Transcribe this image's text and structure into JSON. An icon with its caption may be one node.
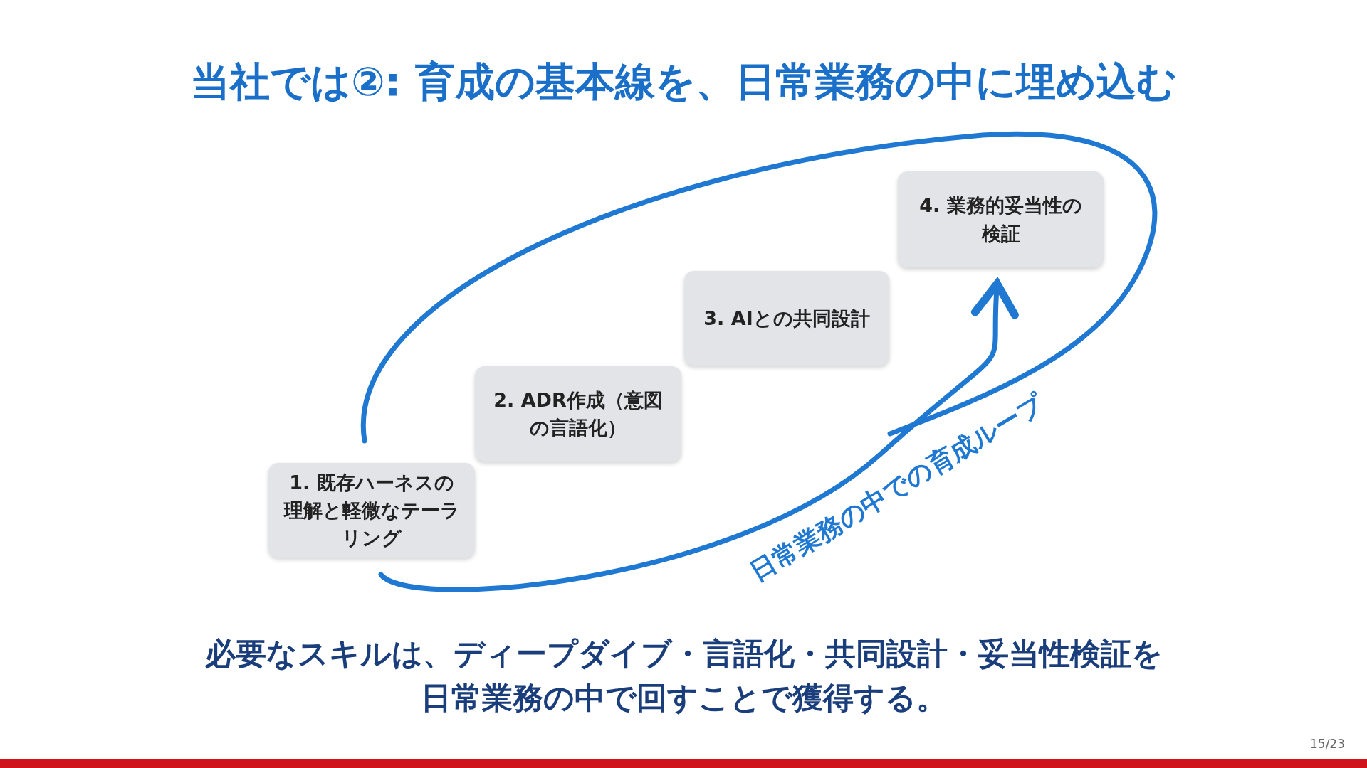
{
  "diagram": {
    "title": "当社では②: 育成の基本線を、日常業務の中に埋め込む",
    "nodes": [
      {
        "text": [
          "1. 既存ハーネスの理解と軽微なテーラリング"
        ]
      },
      {
        "text": [
          "2. ADR作成（意図の言語化）"
        ]
      },
      {
        "text": [
          "3. AIとの共同設計"
        ]
      },
      {
        "text": [
          "4. 業務的妥当性の検証"
        ]
      }
    ],
    "edges": [
      {
        "from": 0,
        "to": 3,
        "arrow": "to",
        "label": "日常業務の中での育成ループ"
      }
    ],
    "labels": [
      "必要なスキルは、ディープダイブ・言語化・共同設計・妥当性検証を日常業務の中で回すことで獲得する。",
      "15/23"
    ]
  }
}
